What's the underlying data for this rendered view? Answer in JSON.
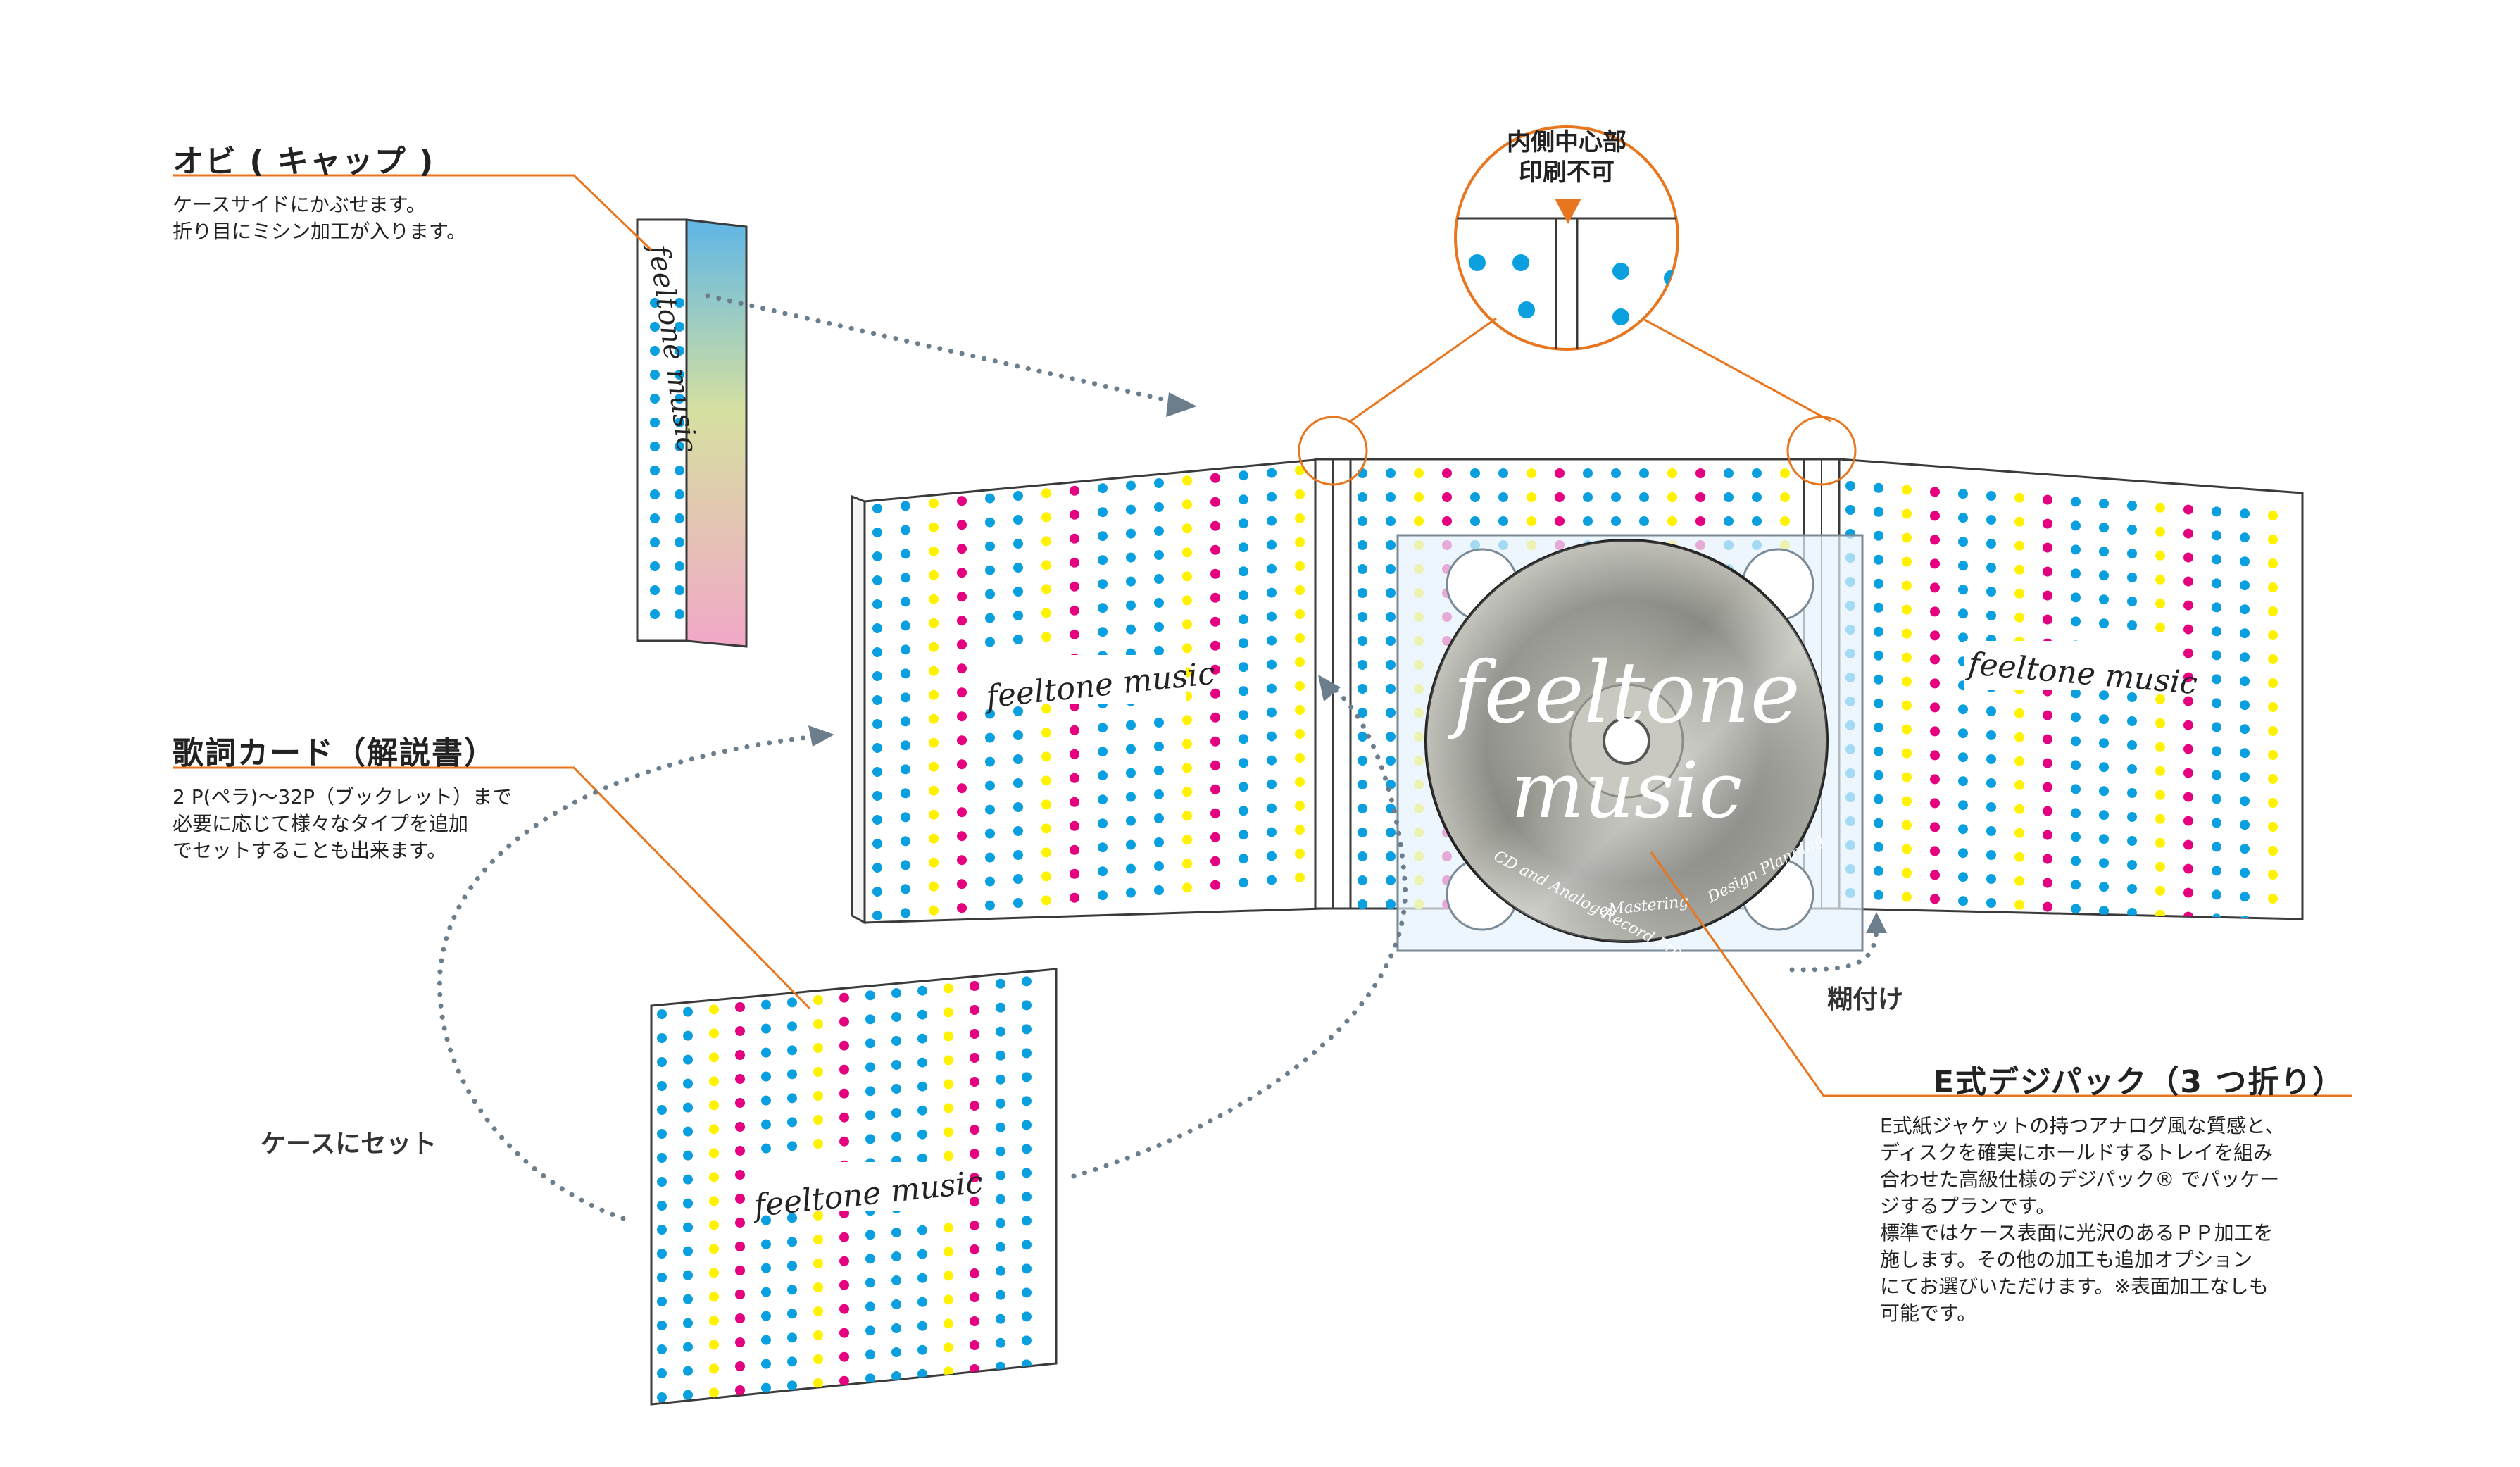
{
  "colors": {
    "cyan": "#0aa0e0",
    "yellow": "#fff200",
    "magenta": "#e4007f",
    "leader": "#e8761e",
    "arrow": "#6c7e8c",
    "outline": "#3a3a3a"
  },
  "obi": {
    "heading": "オビ ( キャップ )",
    "description": "ケースサイドにかぶせます。\n折り目にミシン加工が入ります。",
    "logo_text": "feeltone music"
  },
  "lyrics_card": {
    "heading": "歌詞カード（解説書）",
    "description": "2 P(ペラ)〜32P（ブックレット）まで\n必要に応じて様々なタイプを追加\nでセットすることも出来ます。",
    "logo_text": "feeltone music"
  },
  "set_in_case_label": "ケースにセット",
  "inner_center": {
    "label_line1": "内側中心部",
    "label_line2": "印刷不可"
  },
  "glue_label": "糊付け",
  "digipak": {
    "heading": "E式デジパック（3 つ折り）",
    "description": "E式紙ジャケットの持つアナログ風な質感と、\nディスクを確実にホールドするトレイを組み\n合わせた高級仕様のデジパック® でパッケー\nジするプランです。\n標準ではケース表面に光沢のあるＰＰ加工を\n施します。その他の加工も追加オプション\nにてお選びいただけます。※表面加工なしも\n可能です。",
    "left_panel_logo": "feeltone music",
    "right_panel_logo": "feeltone music"
  },
  "cd": {
    "title_line1": "feeltone",
    "title_line2": "music",
    "rim_text_1": "CD and Analog Record Press",
    "rim_text_2": "eMastering",
    "rim_text_3": "Design Planning"
  }
}
